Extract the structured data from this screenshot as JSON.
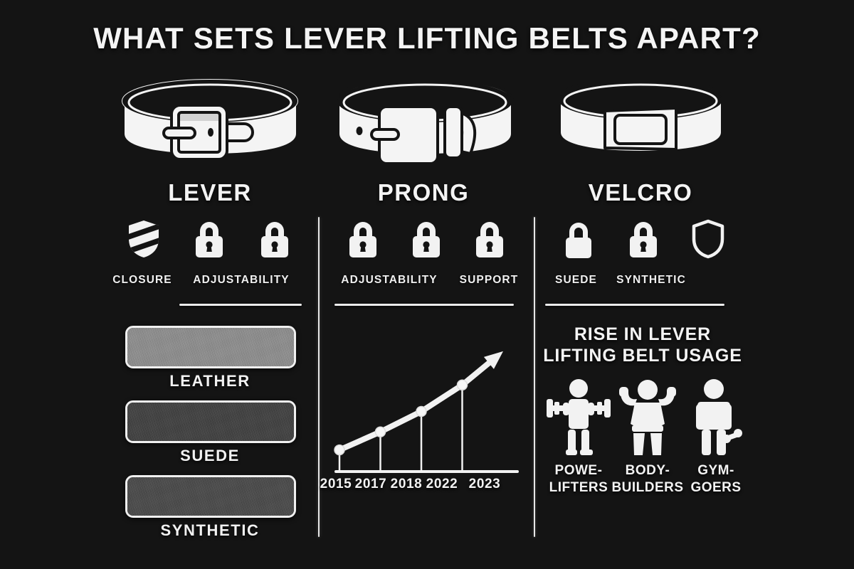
{
  "title": "WHAT SETS LEVER LIFTING BELTS APART?",
  "background_color": "#141414",
  "accent_color": "#f2f2f2",
  "columns": [
    {
      "heading": "LEVER",
      "belt_icon": "lever-belt-icon",
      "features": [
        {
          "icon": "striped-shield-icon",
          "label": "CLOSURE"
        },
        {
          "icon": "padlock-icon",
          "label": "ADJUSTABILITY"
        },
        {
          "icon": "padlock-icon",
          "label": ""
        }
      ]
    },
    {
      "heading": "PRONG",
      "belt_icon": "prong-belt-icon",
      "features": [
        {
          "icon": "padlock-icon",
          "label": "ADJUSTABILITY"
        },
        {
          "icon": "padlock-icon",
          "label": ""
        },
        {
          "icon": "padlock-icon",
          "label": "SUPPORT"
        }
      ]
    },
    {
      "heading": "VELCRO",
      "belt_icon": "velcro-belt-icon",
      "features": [
        {
          "icon": "padlock-solid-icon",
          "label": "SUEDE"
        },
        {
          "icon": "padlock-icon",
          "label": "SYNTHETIC"
        },
        {
          "icon": "shield-outline-icon",
          "label": ""
        }
      ]
    }
  ],
  "materials": {
    "swatches": [
      {
        "label": "LEATHER",
        "color": "#8d8d8d"
      },
      {
        "label": "SUEDE",
        "color": "#3a3a3a"
      },
      {
        "label": "SYNTHETIC",
        "color": "#444444"
      }
    ]
  },
  "chart_data": {
    "type": "line",
    "title": "",
    "xlabel": "",
    "ylabel": "",
    "categories": [
      "2015",
      "2017",
      "2018",
      "2022",
      "2023"
    ],
    "values": [
      18,
      33,
      50,
      72,
      100
    ],
    "ylim": [
      0,
      110
    ],
    "grid": false,
    "legend": null,
    "annotations": [
      "upward-arrow at end of line"
    ],
    "marker_years": [
      "2015",
      "2017",
      "2018",
      "2022"
    ],
    "series": [
      {
        "name": "Lever lifting belt usage",
        "values": [
          18,
          33,
          50,
          72,
          100
        ]
      }
    ]
  },
  "rise_section": {
    "title_line1": "RISE IN LEVER",
    "title_line2": "LIFTING BELT USAGE",
    "personas": [
      {
        "icon": "powerlifter-figure-icon",
        "label_line1": "POWE-",
        "label_line2": "LIFTERS"
      },
      {
        "icon": "bodybuilder-figure-icon",
        "label_line1": "BODY-",
        "label_line2": "BUILDERS"
      },
      {
        "icon": "gymgoer-figure-icon",
        "label_line1": "GYM-",
        "label_line2": "GOERS"
      }
    ]
  }
}
